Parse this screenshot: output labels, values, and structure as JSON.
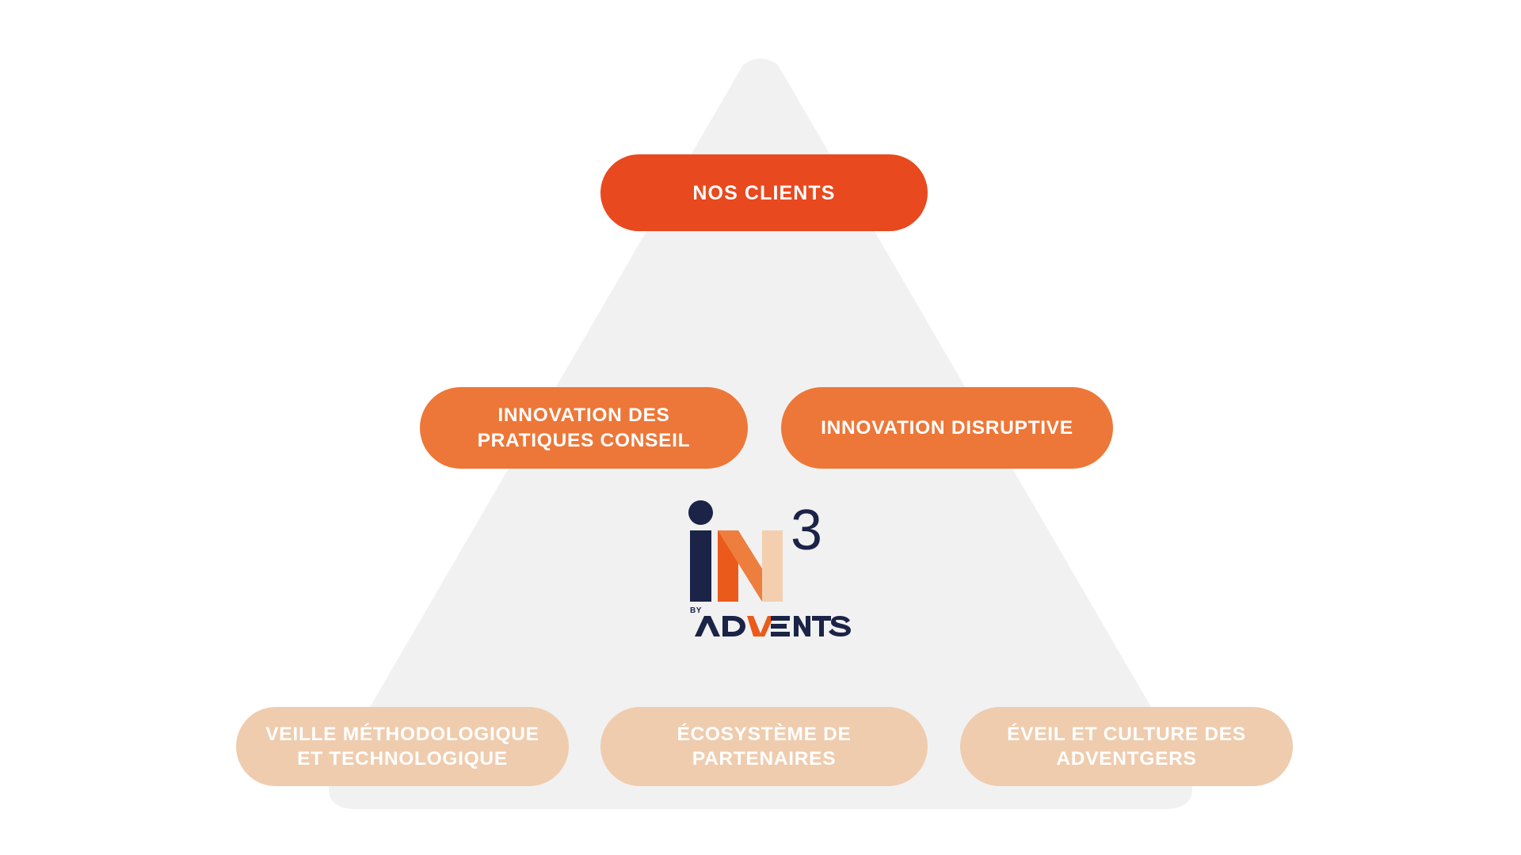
{
  "diagram": {
    "type": "pyramid",
    "background_color": "#ffffff",
    "pyramid_color": "#F1F1F1",
    "levels": [
      {
        "level": 1,
        "color": "#E8491F",
        "items": [
          {
            "label": "NOS CLIENTS"
          }
        ]
      },
      {
        "level": 2,
        "color": "#ED7738",
        "items": [
          {
            "label": "INNOVATION DES\nPRATIQUES CONSEIL",
            "line1": "INNOVATION DES",
            "line2": "PRATIQUES CONSEIL"
          },
          {
            "label": "INNOVATION DISRUPTIVE",
            "line1": "INNOVATION DISRUPTIVE",
            "line2": ""
          }
        ]
      },
      {
        "level": 3,
        "color": "#EFCCAE",
        "items": [
          {
            "label": "VEILLE MÉTHODOLOGIQUE\nET TECHNOLOGIQUE",
            "line1": "VEILLE MÉTHODOLOGIQUE",
            "line2": "ET TECHNOLOGIQUE"
          },
          {
            "label": "ÉCOSYSTÈME DE\nPARTENAIRES",
            "line1": "ÉCOSYSTÈME DE",
            "line2": "PARTENAIRES"
          },
          {
            "label": "ÉVEIL ET CULTURE DES\nADVENTGERS",
            "line1": "ÉVEIL ET CULTURE DES",
            "line2": "ADVENTGERS"
          }
        ]
      }
    ]
  },
  "logo": {
    "wordmark": "iN",
    "exponent": "3",
    "byline_prefix": "BY",
    "byline_brand": "ADVENTS",
    "colors": {
      "navy": "#1B2347",
      "orange_dark": "#EA5A1B",
      "orange_mid": "#EE7E3E",
      "orange_light": "#F3CFAF"
    }
  }
}
